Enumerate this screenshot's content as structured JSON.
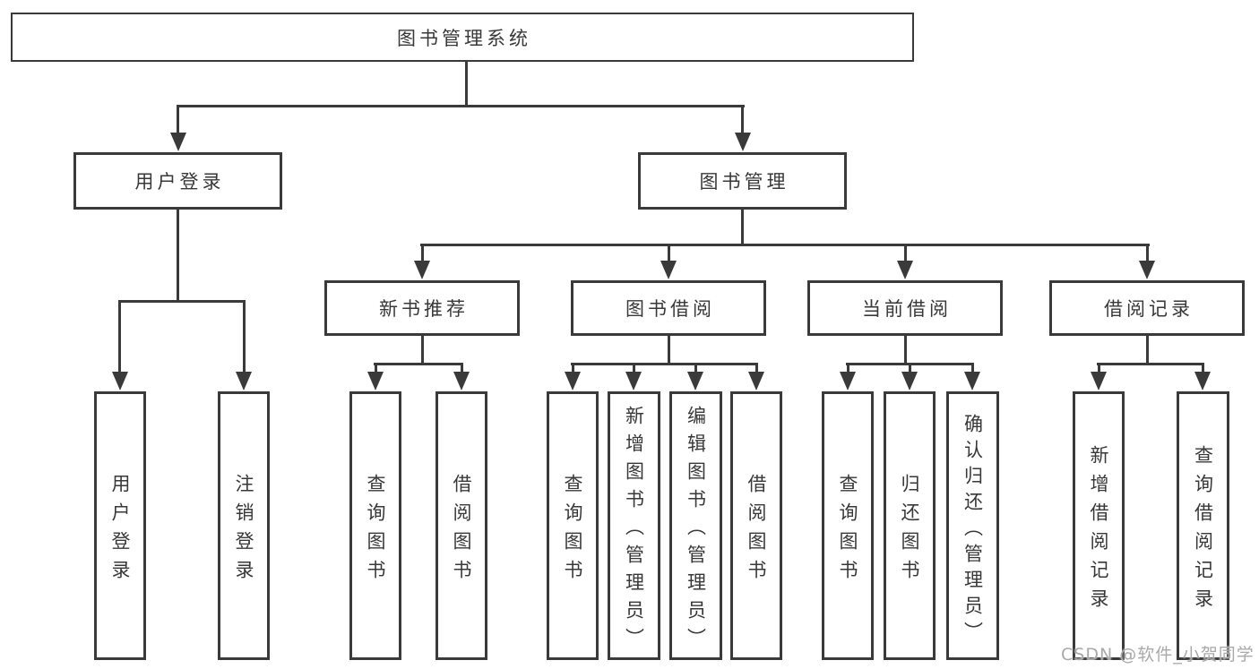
{
  "root": {
    "label": "图书管理系统"
  },
  "level2": [
    {
      "label": "用户登录"
    },
    {
      "label": "图书管理"
    }
  ],
  "level3": [
    {
      "label": "新书推荐",
      "parent": "图书管理"
    },
    {
      "label": "图书借阅",
      "parent": "图书管理"
    },
    {
      "label": "当前借阅",
      "parent": "图书管理"
    },
    {
      "label": "借阅记录",
      "parent": "图书管理"
    }
  ],
  "leaves": [
    {
      "label": "用户登录",
      "parent": "用户登录"
    },
    {
      "label": "注销登录",
      "parent": "用户登录"
    },
    {
      "label": "查询图书",
      "parent": "新书推荐"
    },
    {
      "label": "借阅图书",
      "parent": "新书推荐"
    },
    {
      "label": "查询图书",
      "parent": "图书借阅"
    },
    {
      "label": "新增图书（管理员）",
      "parent": "图书借阅"
    },
    {
      "label": "编辑图书（管理员）",
      "parent": "图书借阅"
    },
    {
      "label": "借阅图书",
      "parent": "图书借阅"
    },
    {
      "label": "查询图书",
      "parent": "当前借阅"
    },
    {
      "label": "归还图书",
      "parent": "当前借阅"
    },
    {
      "label": "确认归还（管理员）",
      "parent": "当前借阅"
    },
    {
      "label": "新增借阅记录",
      "parent": "借阅记录"
    },
    {
      "label": "查询借阅记录",
      "parent": "借阅记录"
    }
  ],
  "watermark": "CSDN @软件_小贺同学",
  "colors": {
    "line": "#3a3a3a",
    "text": "#383838",
    "watermark": "#a9a9a9",
    "background": "#ffffff"
  }
}
